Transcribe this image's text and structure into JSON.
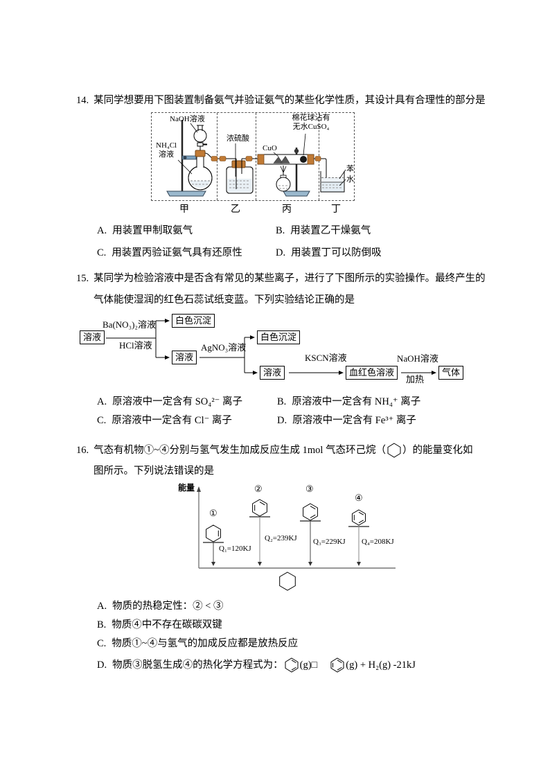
{
  "page": {
    "bg": "#ffffff",
    "text_color": "#000000",
    "accent_orange": "#c07a35",
    "accent_blue": "#9ab8cd"
  },
  "q14": {
    "number": "14.",
    "stem": "某同学想要用下图装置制备氨气并验证氨气的某些化学性质，其设计具有合理性的部分是",
    "apparatus": {
      "labels": {
        "naoh": "NaOH溶液",
        "nh4cl_line1": "NH₄Cl",
        "nh4cl_line2": "溶液",
        "h2so4": "浓硫酸",
        "cuo": "CuO",
        "cotton_line1": "棉花球沾有",
        "cotton_line2": "无水CuSO₄",
        "benzene": "苯",
        "water": "水"
      },
      "units": [
        "甲",
        "乙",
        "丙",
        "丁"
      ]
    },
    "options": [
      {
        "label": "A.",
        "text": "用装置甲制取氨气"
      },
      {
        "label": "B.",
        "text": "用装置乙干燥氨气"
      },
      {
        "label": "C.",
        "text": "用装置丙验证氨气具有还原性"
      },
      {
        "label": "D.",
        "text": "用装置丁可以防倒吸"
      }
    ]
  },
  "q15": {
    "number": "15.",
    "stem_line1": "某同学为检验溶液中是否含有常见的某些离子，进行了下图所示的实验操作。最终产生的",
    "stem_line2": "气体能使湿润的红色石蕊试纸变蓝。下列实验结论正确的是",
    "flow": {
      "nodes": {
        "start": "溶液",
        "ppt1": "白色沉淀",
        "sol2": "溶液",
        "ppt2": "白色沉淀",
        "sol3": "溶液",
        "red": "血红色溶液",
        "gas": "气体"
      },
      "edges": {
        "reagent1a": "Ba(NO₃)₂溶液",
        "reagent1b": "HCl溶液",
        "reagent2": "AgNO₃溶液",
        "reagent3": "KSCN溶液",
        "reagent4a": "NaOH溶液",
        "reagent4b": "加热"
      }
    },
    "options": [
      {
        "label": "A.",
        "text": "原溶液中一定含有 SO₄²⁻ 离子"
      },
      {
        "label": "B.",
        "text": "原溶液中一定含有 NH₄⁺ 离子"
      },
      {
        "label": "C.",
        "text": "原溶液中一定含有 Cl⁻ 离子"
      },
      {
        "label": "D.",
        "text": "原溶液中一定含有 Fe³⁺ 离子"
      }
    ]
  },
  "q16": {
    "number": "16.",
    "stem_part1": "气态有机物①~④分别与氢气发生加成反应生成 1mol 气态环己烷（",
    "stem_part2": "）的能量变化如",
    "stem_line2": "图所示。下列说法错误的是",
    "diagram": {
      "axis_label": "能量",
      "species": [
        {
          "id": "①",
          "q_label": "Q₁=120KJ",
          "q_kj": 120
        },
        {
          "id": "②",
          "q_label": "Q₂=239KJ",
          "q_kj": 239
        },
        {
          "id": "③",
          "q_label": "Q₃=229KJ",
          "q_kj": 229
        },
        {
          "id": "④",
          "q_label": "Q₄=208KJ",
          "q_kj": 208
        }
      ]
    },
    "options": [
      {
        "label": "A.",
        "text": "物质的热稳定性：② < ③"
      },
      {
        "label": "B.",
        "text": "物质④中不存在碳碳双键"
      },
      {
        "label": "C.",
        "text": "物质①~④与氢气的加成反应都是放热反应"
      },
      {
        "label": "D.",
        "pre": "物质③脱氢生成④的热化学方程式为：",
        "mid": "(g)□",
        "post": "(g) + H₂(g) -21kJ"
      }
    ]
  }
}
